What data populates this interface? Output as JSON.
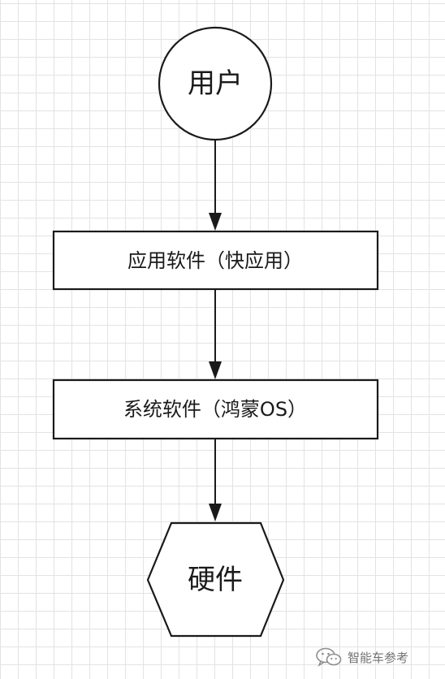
{
  "nodes": {
    "user": {
      "label": "用户",
      "shape": "circle"
    },
    "app_software": {
      "label": "应用软件（快应用）",
      "shape": "rectangle"
    },
    "system_software": {
      "label": "系统软件（鸿蒙OS）",
      "shape": "rectangle"
    },
    "hardware": {
      "label": "硬件",
      "shape": "hexagon"
    }
  },
  "edges": [
    {
      "from": "user",
      "to": "app_software"
    },
    {
      "from": "app_software",
      "to": "system_software"
    },
    {
      "from": "system_software",
      "to": "hardware"
    }
  ],
  "watermark": {
    "text": "智能车参考",
    "icon": "wechat-icon"
  },
  "colors": {
    "stroke": "#1a1a1a",
    "grid": "#e3e3e3",
    "background": "#ffffff"
  }
}
